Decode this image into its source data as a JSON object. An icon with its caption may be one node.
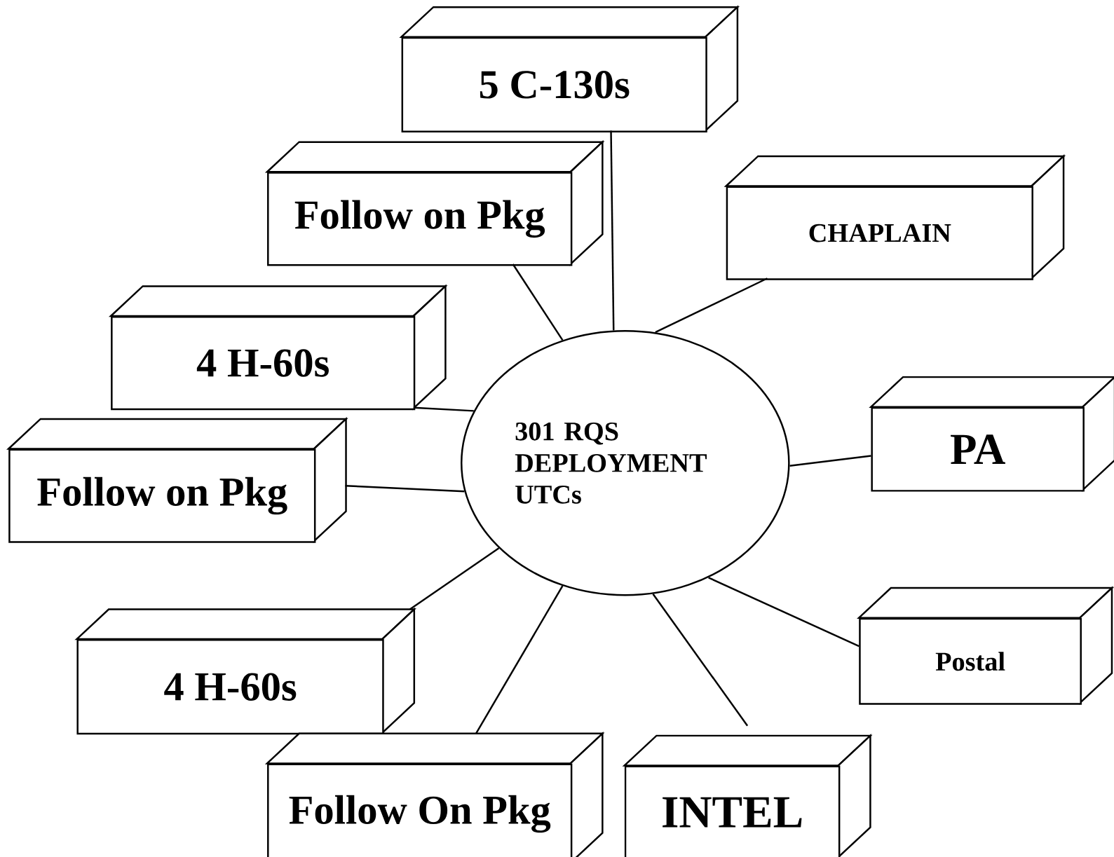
{
  "diagram": {
    "nodes": [
      {
        "text": [
          "301 RQS DEPLOYMENT UTCs"
        ]
      },
      {
        "text": [
          "5 C-130s"
        ]
      },
      {
        "text": [
          "Follow on Pkg"
        ]
      },
      {
        "text": [
          "CHAPLAIN"
        ]
      },
      {
        "text": [
          "4 H-60s"
        ]
      },
      {
        "text": [
          "PA"
        ]
      },
      {
        "text": [
          "Follow on Pkg"
        ]
      },
      {
        "text": [
          "Postal"
        ]
      },
      {
        "text": [
          "4 H-60s"
        ]
      },
      {
        "text": [
          "Follow On Pkg"
        ]
      },
      {
        "text": [
          "INTEL"
        ]
      }
    ],
    "edges": [
      {
        "from": 0,
        "to": 1,
        "arrow": "none"
      },
      {
        "from": 0,
        "to": 2,
        "arrow": "none"
      },
      {
        "from": 0,
        "to": 3,
        "arrow": "none"
      },
      {
        "from": 0,
        "to": 4,
        "arrow": "none"
      },
      {
        "from": 0,
        "to": 5,
        "arrow": "none"
      },
      {
        "from": 0,
        "to": 6,
        "arrow": "none"
      },
      {
        "from": 0,
        "to": 7,
        "arrow": "none"
      },
      {
        "from": 0,
        "to": 8,
        "arrow": "none"
      },
      {
        "from": 0,
        "to": 9,
        "arrow": "none"
      },
      {
        "from": 0,
        "to": 10,
        "arrow": "none"
      }
    ]
  }
}
